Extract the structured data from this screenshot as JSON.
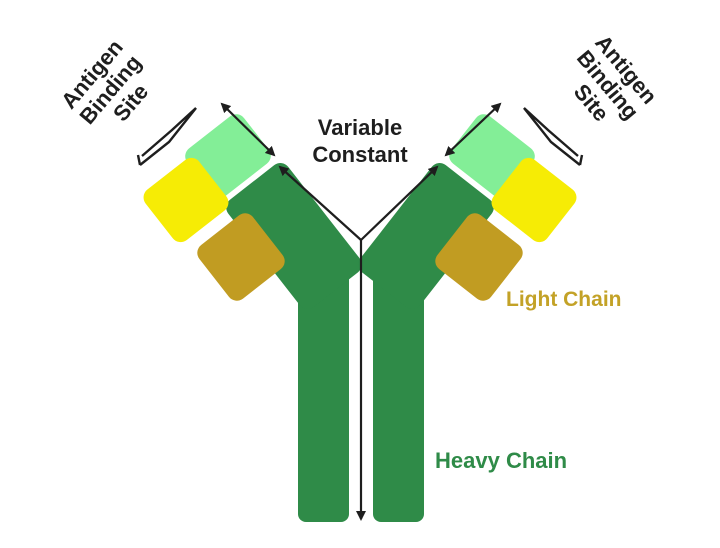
{
  "labels": {
    "antigen_left": [
      "Antigen",
      "Binding",
      "Site"
    ],
    "antigen_right": [
      "Antigen",
      "Binding",
      "Site"
    ],
    "variable": "Variable",
    "constant": "Constant",
    "light_chain": "Light Chain",
    "heavy_chain": "Heavy Chain"
  },
  "colors": {
    "heavy_chain": "#2f8b48",
    "variable_heavy": "#83ee97",
    "light_variable": "#f6ec05",
    "light_constant": "#c19c22",
    "light_chain_label": "#c3a227",
    "heavy_chain_label": "#2f8b48",
    "outline": "#1e1e1e"
  }
}
